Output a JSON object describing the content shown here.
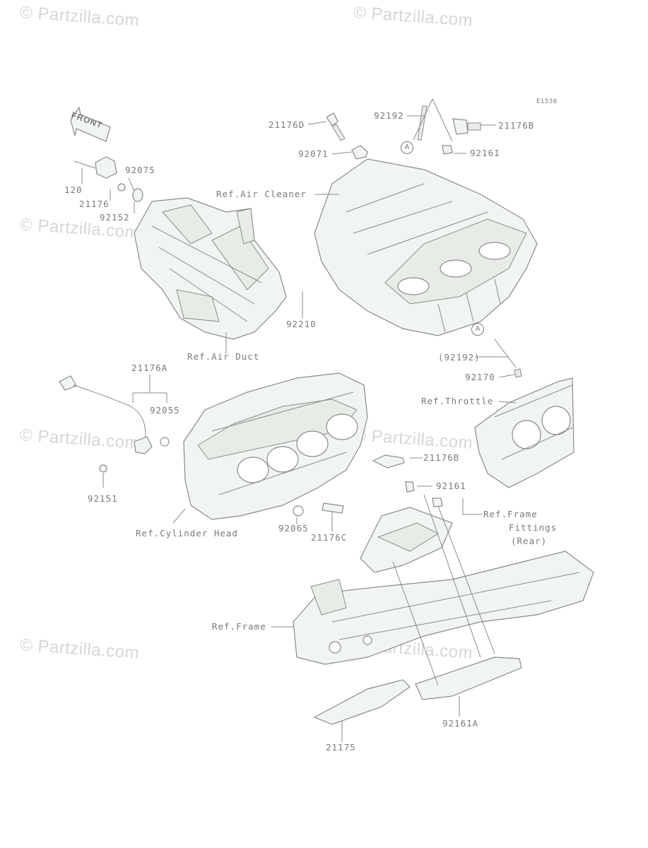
{
  "watermark": "© Partzilla.com",
  "diagram_code": "E1530",
  "front_label": "FRONT",
  "circle_marker": "A",
  "labels": {
    "p21176D": "21176D",
    "p92192": "92192",
    "p21176B_top": "21176B",
    "p92071": "92071",
    "p92161_top": "92161",
    "p92075": "92075",
    "p120": "120",
    "p21176": "21176",
    "p92152": "92152",
    "ref_air_cleaner": "Ref.Air Cleaner",
    "p92210": "92210",
    "ref_air_duct": "Ref.Air Duct",
    "p21176A": "21176A",
    "p92192_paren": "(92192)",
    "p92170": "92170",
    "p92055": "92055",
    "ref_throttle": "Ref.Throttle",
    "p21176B_mid": "21176B",
    "p92151": "92151",
    "p92161_mid": "92161",
    "ref_frame_fittings_1": "Ref.Frame",
    "ref_frame_fittings_2": "Fittings",
    "ref_frame_fittings_3": "(Rear)",
    "p92065": "92065",
    "ref_cylinder_head": "Ref.Cylinder Head",
    "p21176C": "21176C",
    "ref_frame": "Ref.Frame",
    "p92161A": "92161A",
    "p21175": "21175"
  }
}
